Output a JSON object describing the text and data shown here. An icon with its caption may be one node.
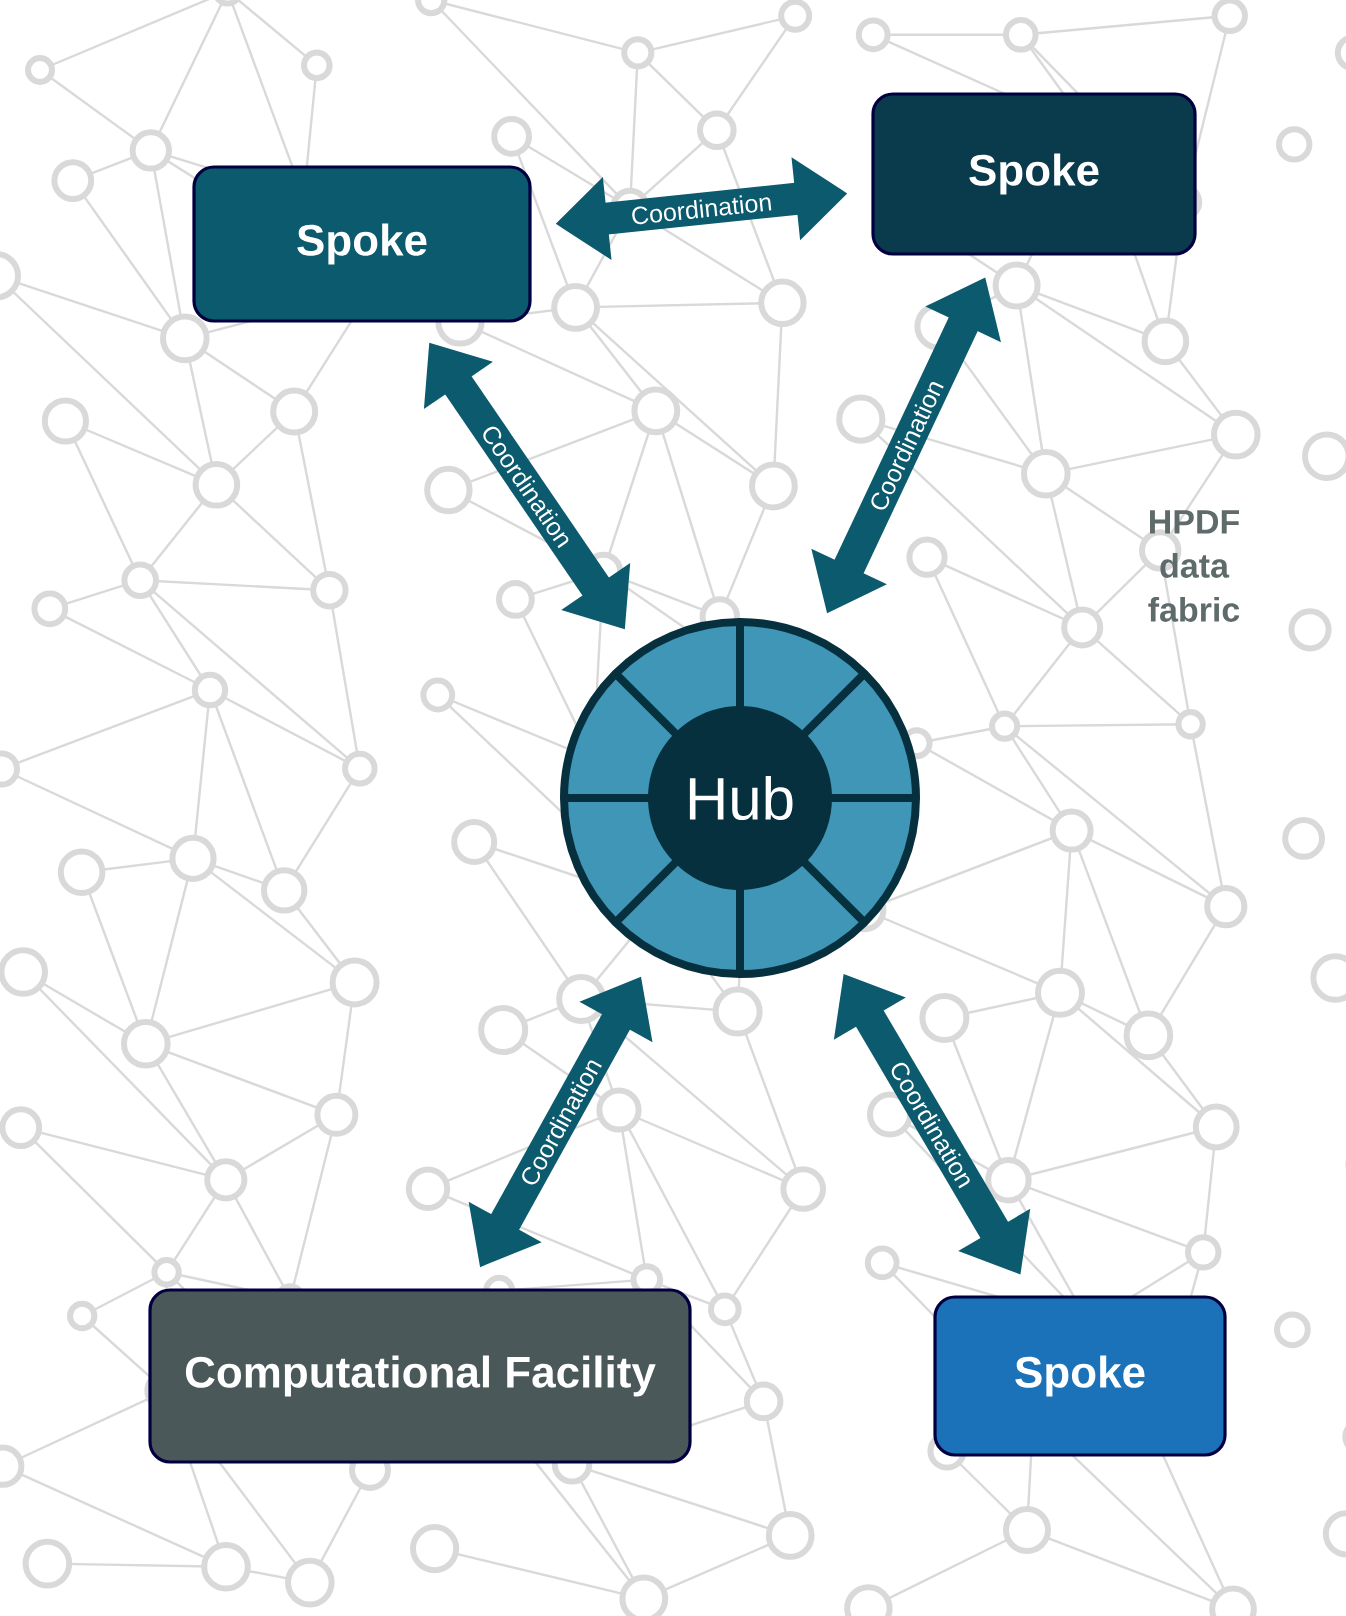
{
  "diagram": {
    "nodes": [
      {
        "text": [
          "Spoke"
        ]
      },
      {
        "text": [
          "Spoke"
        ]
      },
      {
        "text": [
          "Hub"
        ]
      },
      {
        "text": [
          "Computational Facility"
        ]
      },
      {
        "text": [
          "Spoke"
        ]
      }
    ],
    "edges": [
      {
        "from": 0,
        "to": 1,
        "arrow": "both",
        "label": "Coordination"
      },
      {
        "from": 0,
        "to": 2,
        "arrow": "both",
        "label": "Coordination"
      },
      {
        "from": 1,
        "to": 2,
        "arrow": "both",
        "label": "Coordination"
      },
      {
        "from": 2,
        "to": 3,
        "arrow": "both",
        "label": "Coordination"
      },
      {
        "from": 2,
        "to": 4,
        "arrow": "both",
        "label": "Coordination"
      }
    ],
    "labels": [
      "HPDF data fabric"
    ]
  }
}
